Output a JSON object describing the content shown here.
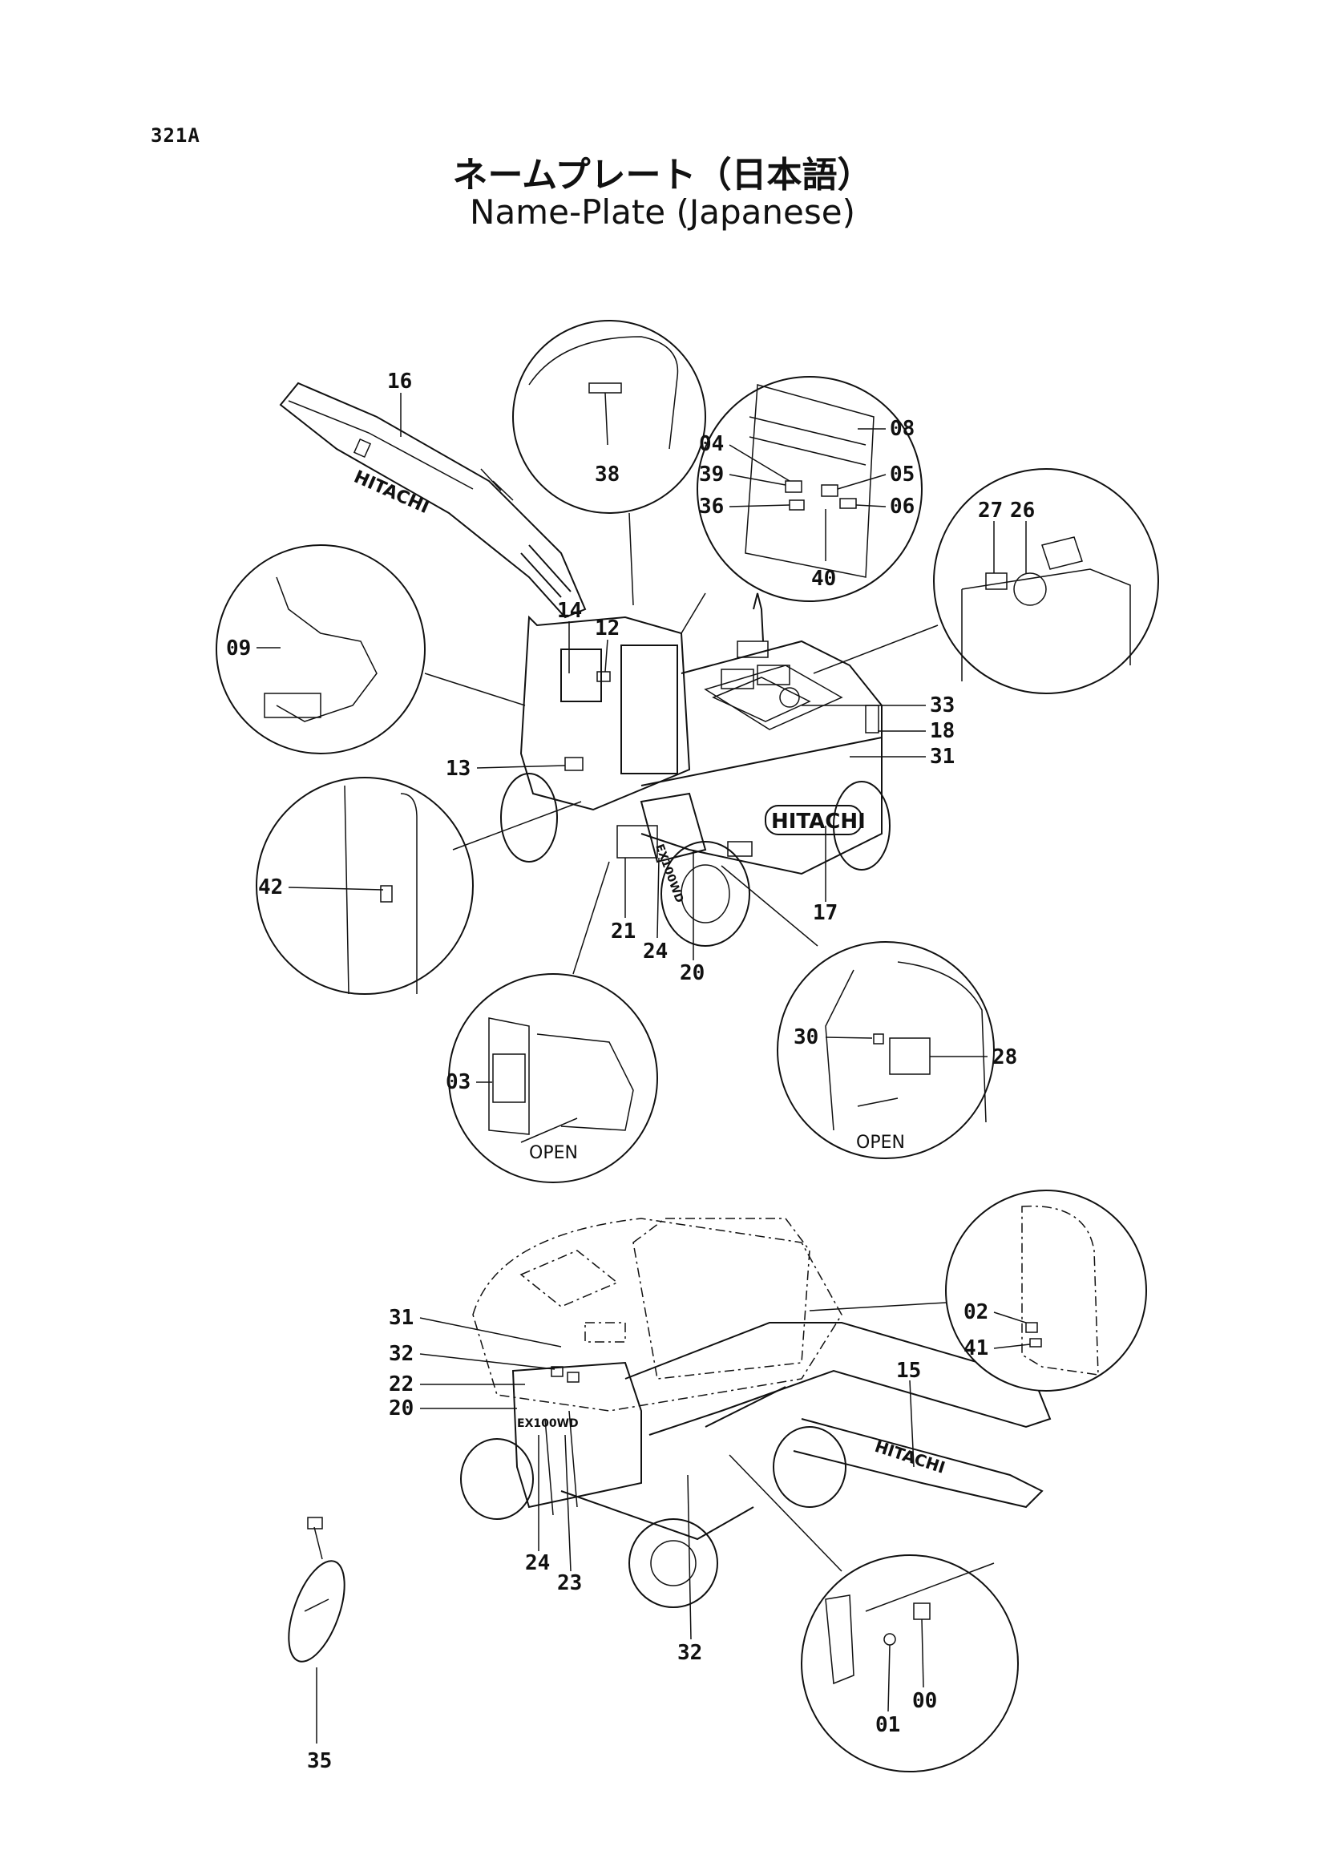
{
  "page_code": "321A",
  "title_jp": "ネームプレート（日本語）",
  "title_en": "Name-Plate (Japanese)",
  "brand": "HITACHI",
  "model_plate": "EX100WD",
  "open_label": "OPEN",
  "callouts": [
    "16",
    "38",
    "04",
    "08",
    "39",
    "05",
    "36",
    "06",
    "40",
    "27",
    "26",
    "09",
    "14",
    "12",
    "33",
    "18",
    "31",
    "13",
    "42",
    "17",
    "21",
    "24",
    "20",
    "30",
    "28",
    "03",
    "02",
    "41",
    "15",
    "31",
    "32",
    "22",
    "20",
    "24",
    "23",
    "32",
    "35",
    "01",
    "00"
  ]
}
